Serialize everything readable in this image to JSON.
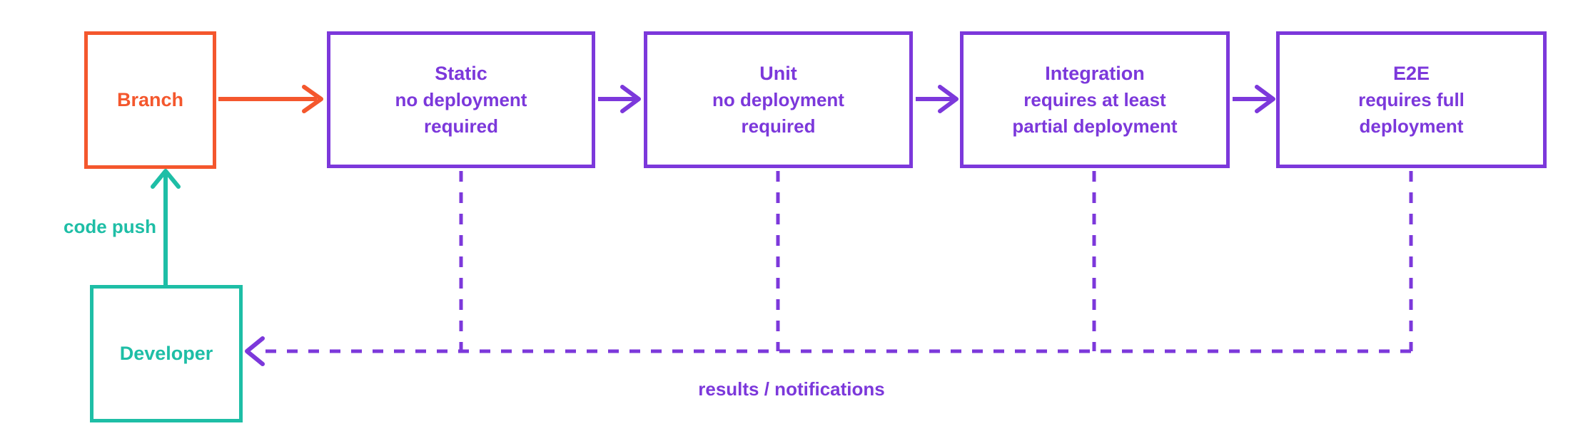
{
  "colors": {
    "orange": "#F4572D",
    "purple": "#7C38DB",
    "teal": "#1EBEA6",
    "bg": "#FFFFFF"
  },
  "nodes": {
    "branch": {
      "label": "Branch"
    },
    "developer": {
      "label": "Developer"
    },
    "static": {
      "title": "Static",
      "line1": "no deployment",
      "line2": "required"
    },
    "unit": {
      "title": "Unit",
      "line1": "no deployment",
      "line2": "required"
    },
    "integration": {
      "title": "Integration",
      "line1": "requires at least",
      "line2": "partial deployment"
    },
    "e2e": {
      "title": "E2E",
      "line1": "requires full",
      "line2": "deployment"
    }
  },
  "labels": {
    "code_push": "code push",
    "results": "results / notifications"
  }
}
